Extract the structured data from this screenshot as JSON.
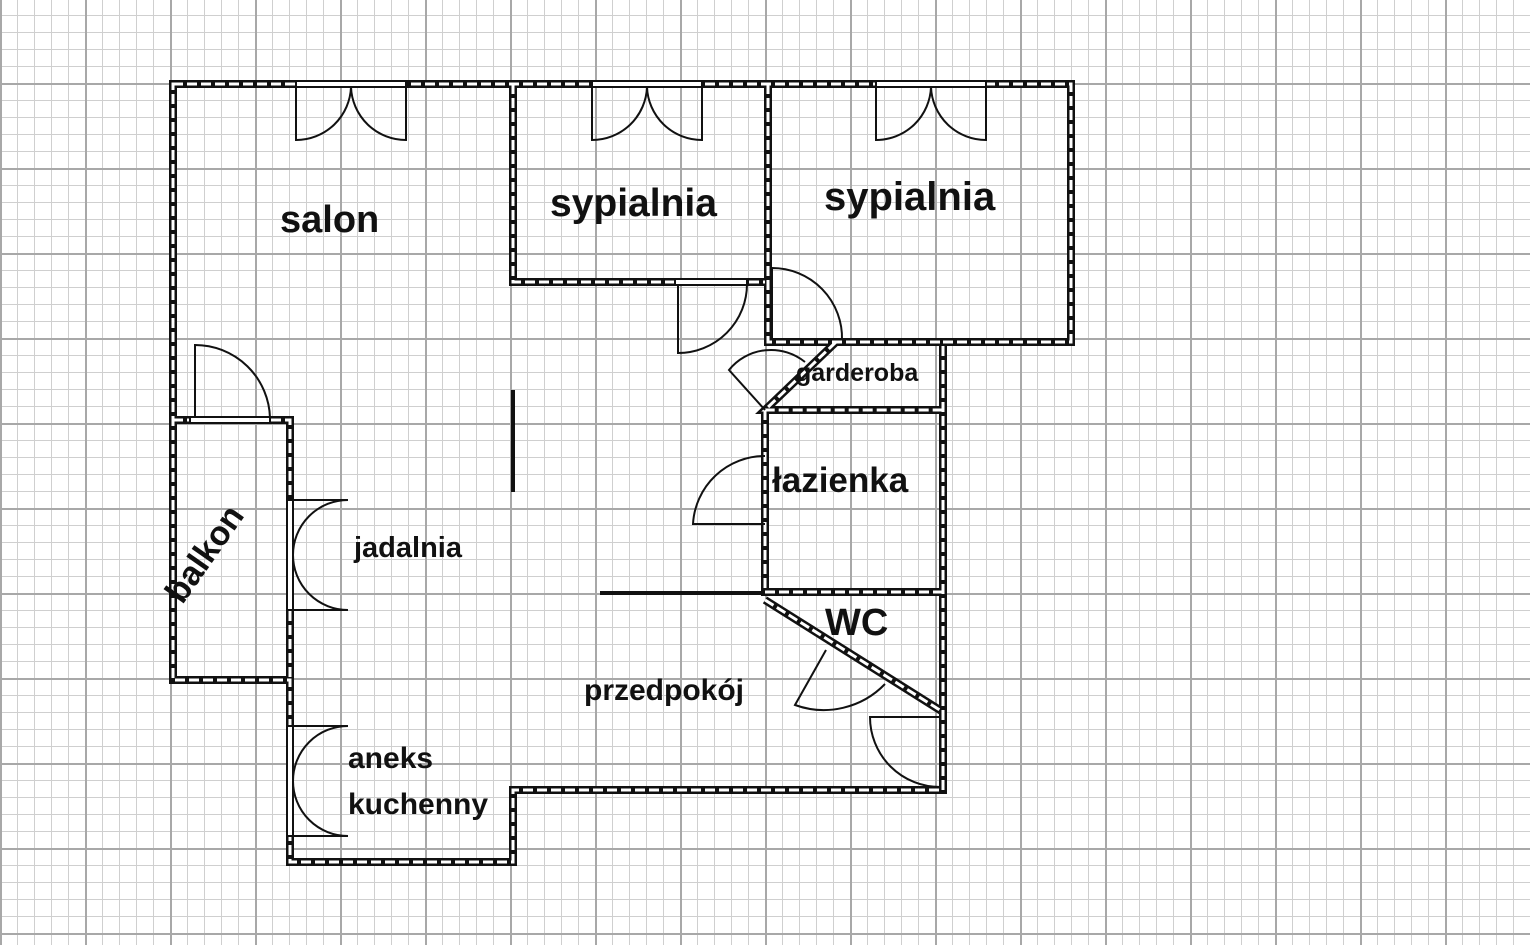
{
  "rooms": {
    "salon": "salon",
    "bedroom1": "sypialnia",
    "bedroom2": "sypialnia",
    "wardrobe": "garderoba",
    "bathroom": "łazienka",
    "balcony": "balkon",
    "dining": "jadalnia",
    "wc": "WC",
    "hall": "przedpokój",
    "kitchen_line1": "aneks",
    "kitchen_line2": "kuchenny"
  }
}
